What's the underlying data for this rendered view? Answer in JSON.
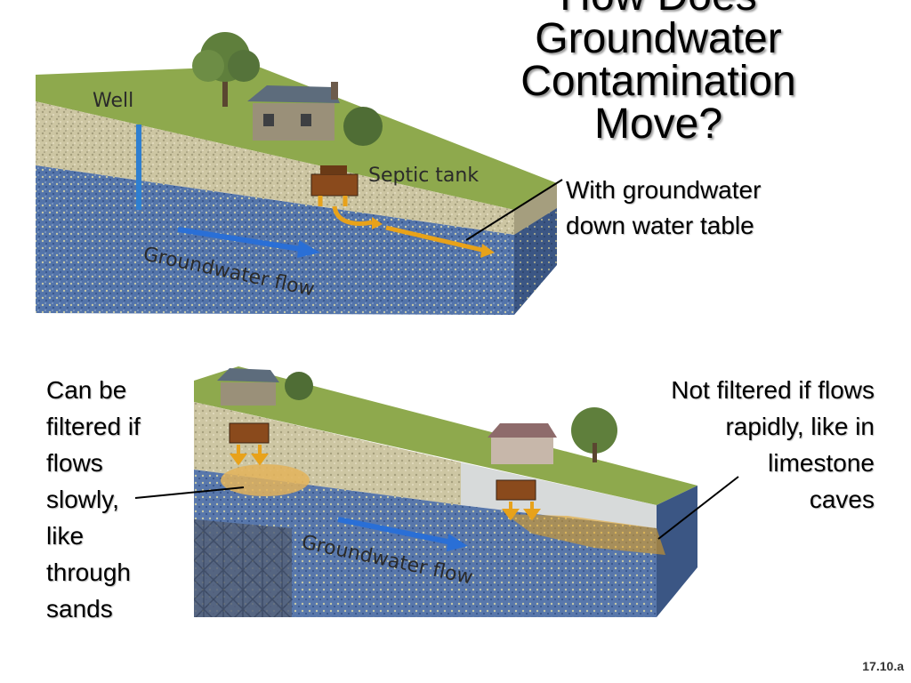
{
  "slide": {
    "title": "How Does\nGroundwater\nContamination\nMove?",
    "slide_number": "17.10.a"
  },
  "captions": {
    "top_right": "With groundwater\ndown water table",
    "bottom_left": "Can be\nfiltered if\nflows\nslowly,\nlike\nthrough\nsands",
    "bottom_right": "Not filtered if flows\nrapidly, like in\nlimestone\ncaves"
  },
  "diagram_top": {
    "well_label": "Well",
    "septic_label": "Septic tank",
    "flow_label": "Groundwater flow"
  },
  "diagram_bottom": {
    "flow_label": "Groundwater flow"
  },
  "colors": {
    "sky_bg": "#ffffff",
    "grass": "#8aa84a",
    "soil": "#cfc7a6",
    "groundwater": "#4f6fa6",
    "flow_arrow": "#2a6fd6",
    "contaminant": "#e8a21a",
    "limestone": "#d9dcdc"
  }
}
